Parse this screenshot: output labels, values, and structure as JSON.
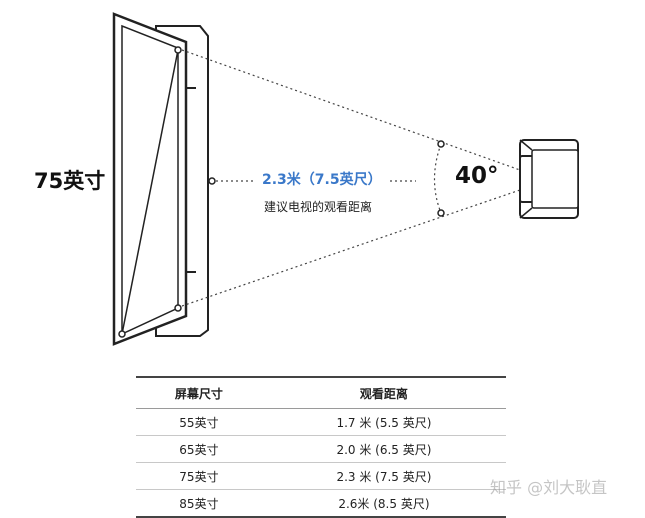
{
  "diagram": {
    "tv_size": "75英寸",
    "distance_label": "2.3米（7.5英尺）",
    "distance_caption": "建议电视的观看距离",
    "angle_label": "40°"
  },
  "table": {
    "headers": [
      "屏幕尺寸",
      "观看距离"
    ],
    "rows": [
      [
        "55英寸",
        "1.7 米 (5.5 英尺)"
      ],
      [
        "65英寸",
        "2.0 米 (6.5 英尺)"
      ],
      [
        "75英寸",
        "2.3 米 (7.5 英尺)"
      ],
      [
        "85英寸",
        "2.6米 (8.5 英尺)"
      ]
    ]
  },
  "watermark": "知乎 @刘大耿直",
  "colors": {
    "accent": "#3a78c9",
    "line": "#222222"
  }
}
